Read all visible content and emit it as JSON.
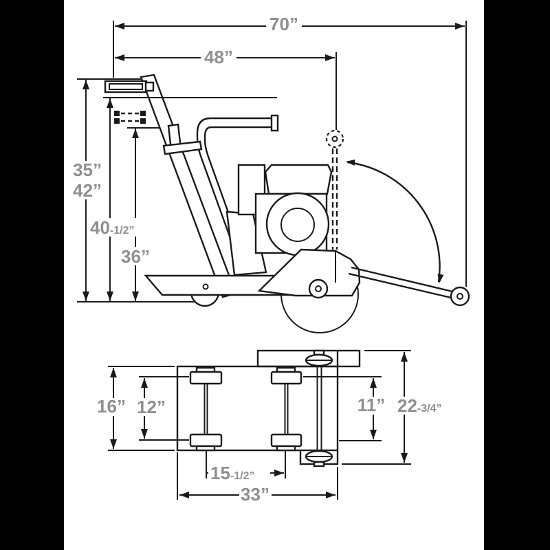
{
  "drawing": {
    "subject": "walk-behind concrete saw dimensional diagram",
    "views": [
      "side elevation",
      "bottom plan"
    ],
    "line_color": "#1a1a1a",
    "label_color": "#8f8f8f",
    "background": "#ffffff",
    "edge_band_color": "#000000"
  },
  "dimensions": {
    "side_view": {
      "overall_length": "70”",
      "body_length": "48”",
      "handle_height_low": "35”",
      "handle_height_high": "42”",
      "overall_height": {
        "main": "40",
        "frac": "-1/2”"
      },
      "engine_height": "36”"
    },
    "plan_view": {
      "outer_wheel_track": "16”",
      "wheel_center_track": "12”",
      "blade_offset": "11”",
      "overall_width": {
        "main": "22",
        "frac": "-3/4”"
      },
      "wheelbase": {
        "main": "15",
        "frac": "-1/2”"
      },
      "frame_length": "33”"
    }
  }
}
